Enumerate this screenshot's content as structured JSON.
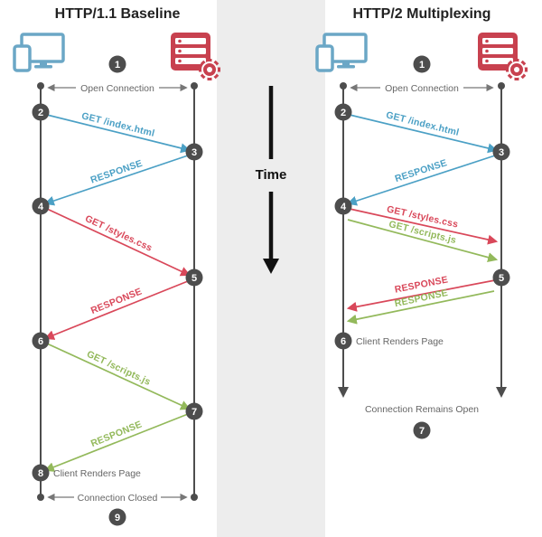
{
  "colors": {
    "blue": "#4BA0C5",
    "red": "#D9485A",
    "green": "#93B95B",
    "node_gray": "#4D4D4D",
    "muted_text": "#666666",
    "title_text": "#222222",
    "center_strip": "#EDEDED",
    "server_red": "#C8414F",
    "client_blue": "#6BA7C6"
  },
  "center": {
    "time_label": "Time"
  },
  "left_panel": {
    "title": "HTTP/1.1 Baseline",
    "open_connection_label": "Open Connection",
    "messages": [
      {
        "label": "GET /index.html",
        "color": "blue"
      },
      {
        "label": "RESPONSE",
        "color": "blue"
      },
      {
        "label": "GET /styles.css",
        "color": "red"
      },
      {
        "label": "RESPONSE",
        "color": "red"
      },
      {
        "label": "GET /scripts.js",
        "color": "green"
      },
      {
        "label": "RESPONSE",
        "color": "green"
      }
    ],
    "client_renders_label": "Client Renders Page",
    "connection_closed_label": "Connection Closed",
    "steps": [
      "1",
      "2",
      "3",
      "4",
      "5",
      "6",
      "7",
      "8",
      "9"
    ]
  },
  "right_panel": {
    "title": "HTTP/2 Multiplexing",
    "open_connection_label": "Open Connection",
    "messages": [
      {
        "label": "GET /index.html",
        "color": "blue"
      },
      {
        "label": "RESPONSE",
        "color": "blue"
      },
      {
        "label": "GET /styles.css",
        "color": "red"
      },
      {
        "label": "GET /scripts.js",
        "color": "green"
      },
      {
        "label": "RESPONSE",
        "color": "red"
      },
      {
        "label": "RESPONSE",
        "color": "green"
      }
    ],
    "client_renders_label": "Client Renders Page",
    "connection_open_label": "Connection Remains Open",
    "steps": [
      "1",
      "2",
      "3",
      "4",
      "5",
      "6",
      "7"
    ]
  }
}
